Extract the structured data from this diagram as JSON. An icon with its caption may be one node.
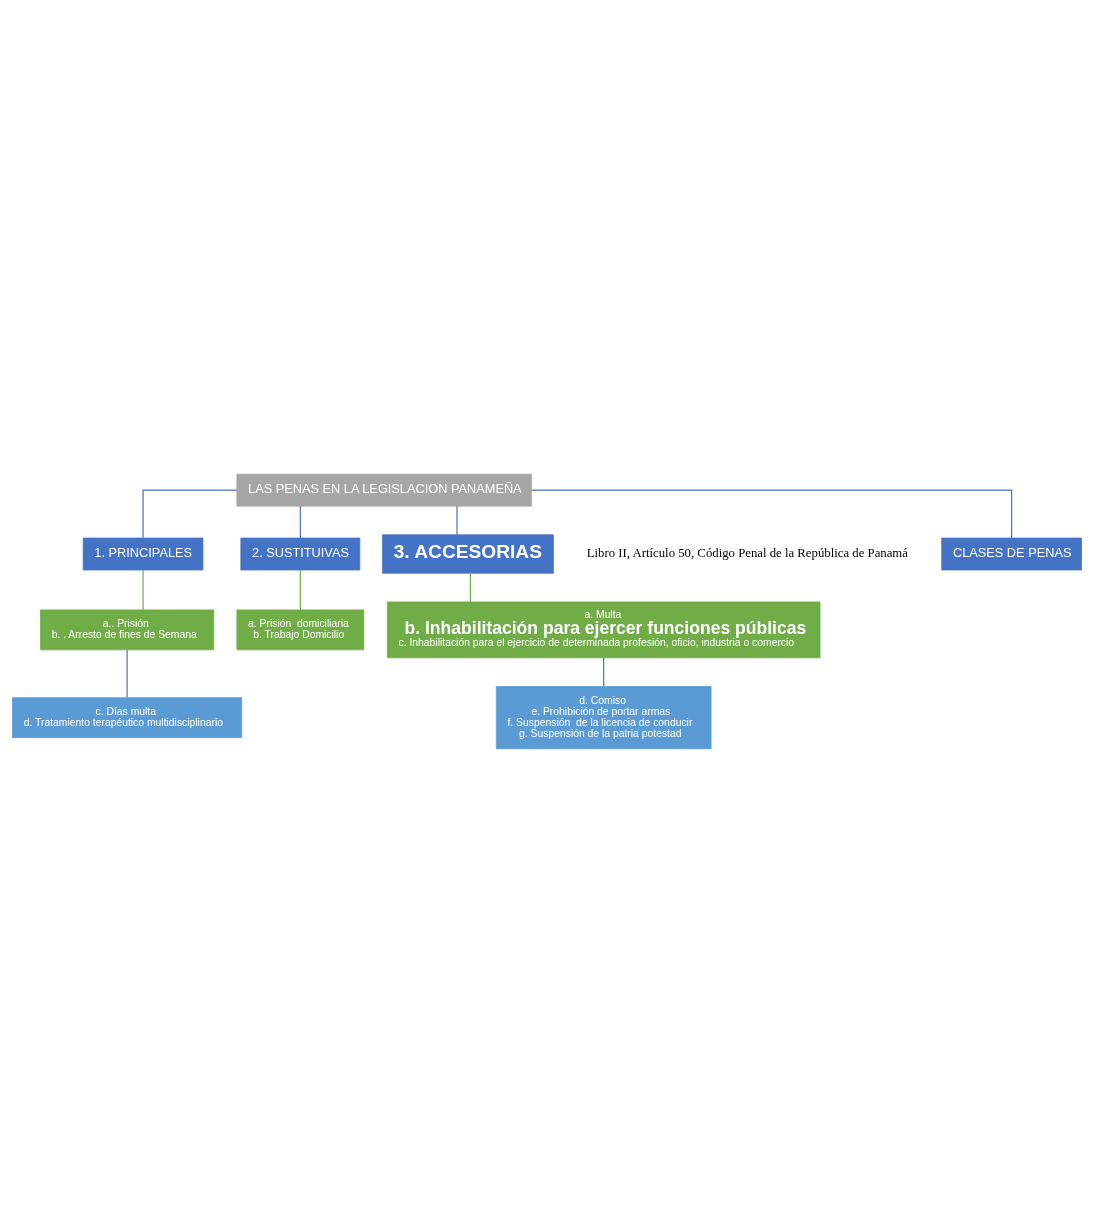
{
  "diagram": {
    "nodes": [
      {
        "text": [
          "LAS PENAS EN LA LEGISLACION PANAMEÑA"
        ]
      },
      {
        "text": [
          "CLASES DE PENAS"
        ]
      },
      {
        "text": [
          "1. PRINCIPALES"
        ]
      },
      {
        "text": [
          "2. SUSTITUIVAS"
        ]
      },
      {
        "text": [
          "3. ACCESORIAS"
        ]
      },
      {
        "text": [
          "a.. Prisión",
          "b. . Arresto de fines de Semana"
        ]
      },
      {
        "text": [
          "a. Prisión  domiciliaria",
          "b. Trabajo Domicilio"
        ]
      },
      {
        "text": [
          "a. Multa",
          "b. Inhabilitación para ejercer funciones públicas",
          "c. Inhabilitación para el ejercicio de determinada profesión, oficio, industria o comercio"
        ]
      },
      {
        "text": [
          "c. Días multa",
          "d. Tratamiento terapéutico multidisciplinario"
        ]
      },
      {
        "text": [
          "d. Comiso",
          "e. Prohibición de portar armas",
          "f. Suspensión  de la licencia de conducir",
          "g. Suspensión de la patria potestad"
        ]
      }
    ],
    "edges": [
      {
        "from": 0,
        "to": 1,
        "arrow": "none"
      },
      {
        "from": 0,
        "to": 2,
        "arrow": "none"
      },
      {
        "from": 0,
        "to": 3,
        "arrow": "none"
      },
      {
        "from": 0,
        "to": 4,
        "arrow": "none"
      },
      {
        "from": 2,
        "to": 5,
        "arrow": "none",
        "color": "#70ad47"
      },
      {
        "from": 3,
        "to": 6,
        "arrow": "none",
        "color": "#70ad47"
      },
      {
        "from": 4,
        "to": 7,
        "arrow": "none",
        "color": "#70ad47"
      },
      {
        "from": 5,
        "to": 8,
        "arrow": "none"
      },
      {
        "from": 7,
        "to": 9,
        "arrow": "none"
      }
    ],
    "labels": [
      "Libro II, Artículo 50, Código Penal de la República de Panamá"
    ]
  }
}
